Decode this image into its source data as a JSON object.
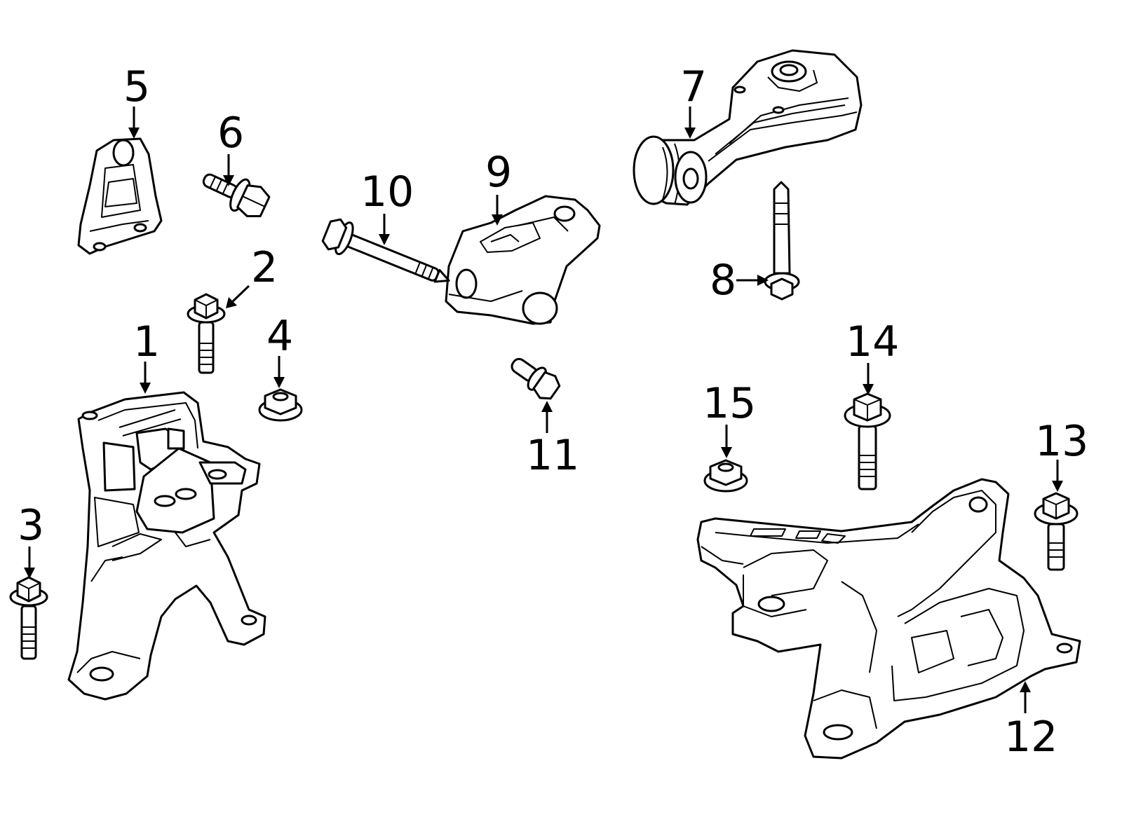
{
  "labels": {
    "p1": "1",
    "p2": "2",
    "p3": "3",
    "p4": "4",
    "p5": "5",
    "p6": "6",
    "p7": "7",
    "p8": "8",
    "p9": "9",
    "p10": "10",
    "p11": "11",
    "p12": "12",
    "p13": "13",
    "p14": "14",
    "p15": "15"
  },
  "colors": {
    "line": "#000000",
    "background": "#ffffff"
  }
}
